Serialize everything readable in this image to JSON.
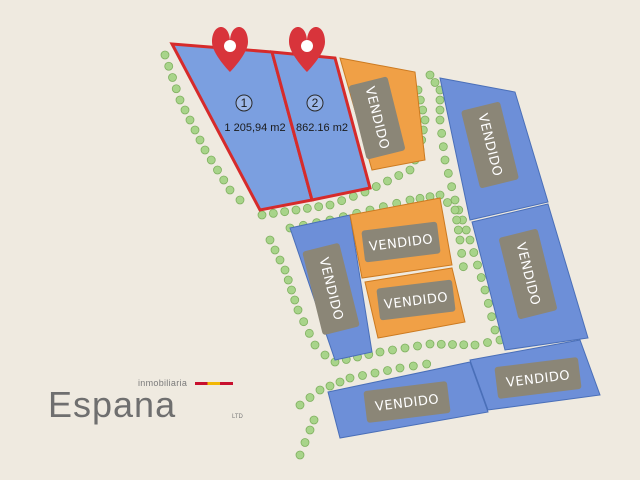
{
  "brand": {
    "small": "inmobiliaria",
    "main": "Espana",
    "mark": "LTD",
    "colors": {
      "red": "#c8102e",
      "yellow": "#f2b705"
    }
  },
  "lots": [
    {
      "id": "1",
      "number": "1",
      "area": "1 205,94 m2",
      "status": "available"
    },
    {
      "id": "2",
      "number": "2",
      "area": "862.16 m2",
      "status": "available"
    }
  ],
  "sold_label": "VENDIDO",
  "colors": {
    "available": "#7b9fe0",
    "sold_blue": "#6d8fd8",
    "sold_orange": "#f0a046",
    "sold_tag": "#8b8677",
    "pin": "#d8343b",
    "tree": "#a8d48a",
    "outline_red": "#d62b2b"
  }
}
